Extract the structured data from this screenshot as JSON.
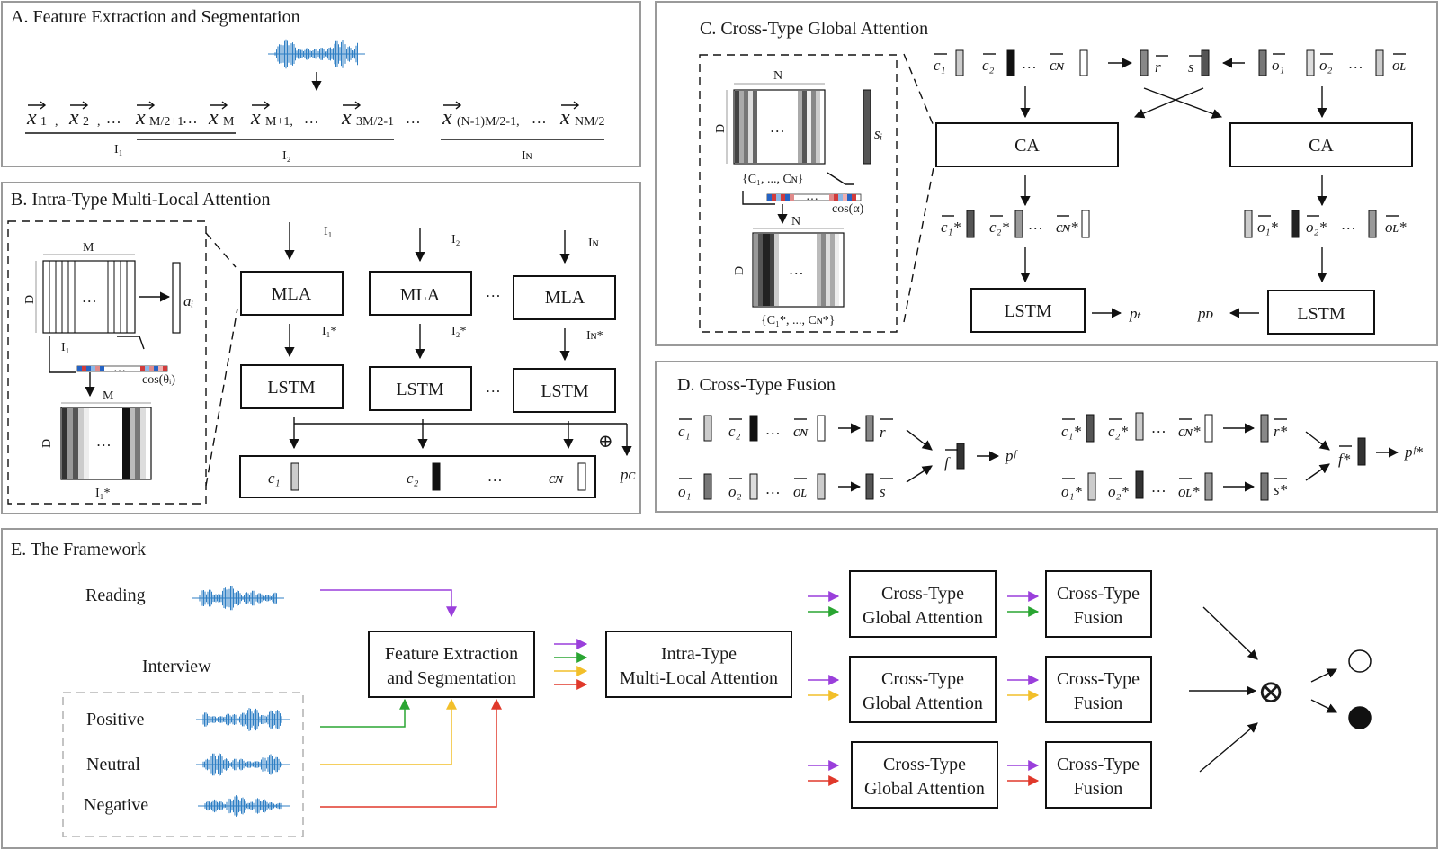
{
  "panels": {
    "a": {
      "title": "A. Feature Extraction and Segmentation",
      "x_seq": [
        "x",
        "x",
        "x",
        "x",
        "x",
        "x",
        "x",
        "x"
      ],
      "x_subs": [
        "1",
        "2",
        "M/2+1",
        "M",
        "M+1,",
        "3M/2-1",
        "(N-1)M/2-1,",
        "NM/2"
      ],
      "dots": "…",
      "sep_comma": ",",
      "groups": [
        "I₁",
        "I₂",
        "Iɴ"
      ]
    },
    "b": {
      "title": "B. Intra-Type Multi-Local Attention",
      "inputs": [
        "I₁",
        "I₂",
        "Iɴ"
      ],
      "outputs": [
        "I₁*",
        "I₂*",
        "Iɴ*"
      ],
      "mla": "MLA",
      "lstm": "LSTM",
      "dots": "…",
      "plus": "⊕",
      "concat_vecs": [
        "c₁",
        "c₂",
        "cɴ"
      ],
      "out": "pᴄ",
      "inset": {
        "width_label": "M",
        "height_label": "D",
        "a_label": "aᵢ",
        "in_label": "I₁",
        "out_label": "I₁*",
        "cos": "cos(θᵢ)"
      }
    },
    "c": {
      "title": "C. Cross-Type Global Attention",
      "ca": "CA",
      "lstm": "LSTM",
      "top_c": [
        "c₁",
        "c₂",
        "cɴ"
      ],
      "top_o": [
        "o₁",
        "o₂",
        "oʟ"
      ],
      "r": "r",
      "s": "s",
      "bottom_c": [
        "c₁*",
        "c₂*",
        "cɴ*"
      ],
      "bottom_o": [
        "o₁*",
        "o₂*",
        "oʟ*"
      ],
      "pt": "pₜ",
      "pd": "pᴅ",
      "dots": "…",
      "inset": {
        "width_label": "N",
        "height_label": "D",
        "s_label": "sᵢ",
        "set_label": "{C₁, ..., Cɴ}",
        "set_star_label": "{C₁*, ..., Cɴ*}",
        "cos": "cos(α)"
      }
    },
    "d": {
      "title": "D. Cross-Type Fusion",
      "row1": [
        "c₁",
        "c₂",
        "cɴ"
      ],
      "row2": [
        "o₁",
        "o₂",
        "oʟ"
      ],
      "r": "r",
      "s": "s",
      "f": "f",
      "pf": "pᶠ",
      "row1s": [
        "c₁*",
        "c₂*",
        "cɴ*"
      ],
      "row2s": [
        "o₁*",
        "o₂*",
        "oʟ*"
      ],
      "rs": "r*",
      "ss": "s*",
      "fs": "f*",
      "pfs": "pᶠ*",
      "dots": "…"
    },
    "e": {
      "title": "E. The Framework",
      "reading": "Reading",
      "interview": "Interview",
      "positive": "Positive",
      "neutral": "Neutral",
      "negative": "Negative",
      "fes1": "Feature Extraction",
      "fes2": "and Segmentation",
      "itm1": "Intra-Type",
      "itm2": "Multi-Local Attention",
      "cga1": "Cross-Type",
      "cga2": "Global Attention",
      "cf1": "Cross-Type",
      "cf2": "Fusion",
      "otimes": "⊗"
    }
  },
  "colors": {
    "purple": "#9a3fdb",
    "green": "#2aa532",
    "yellow": "#f2bf2a",
    "red": "#e0392b",
    "wave": "#2f7fc4"
  }
}
